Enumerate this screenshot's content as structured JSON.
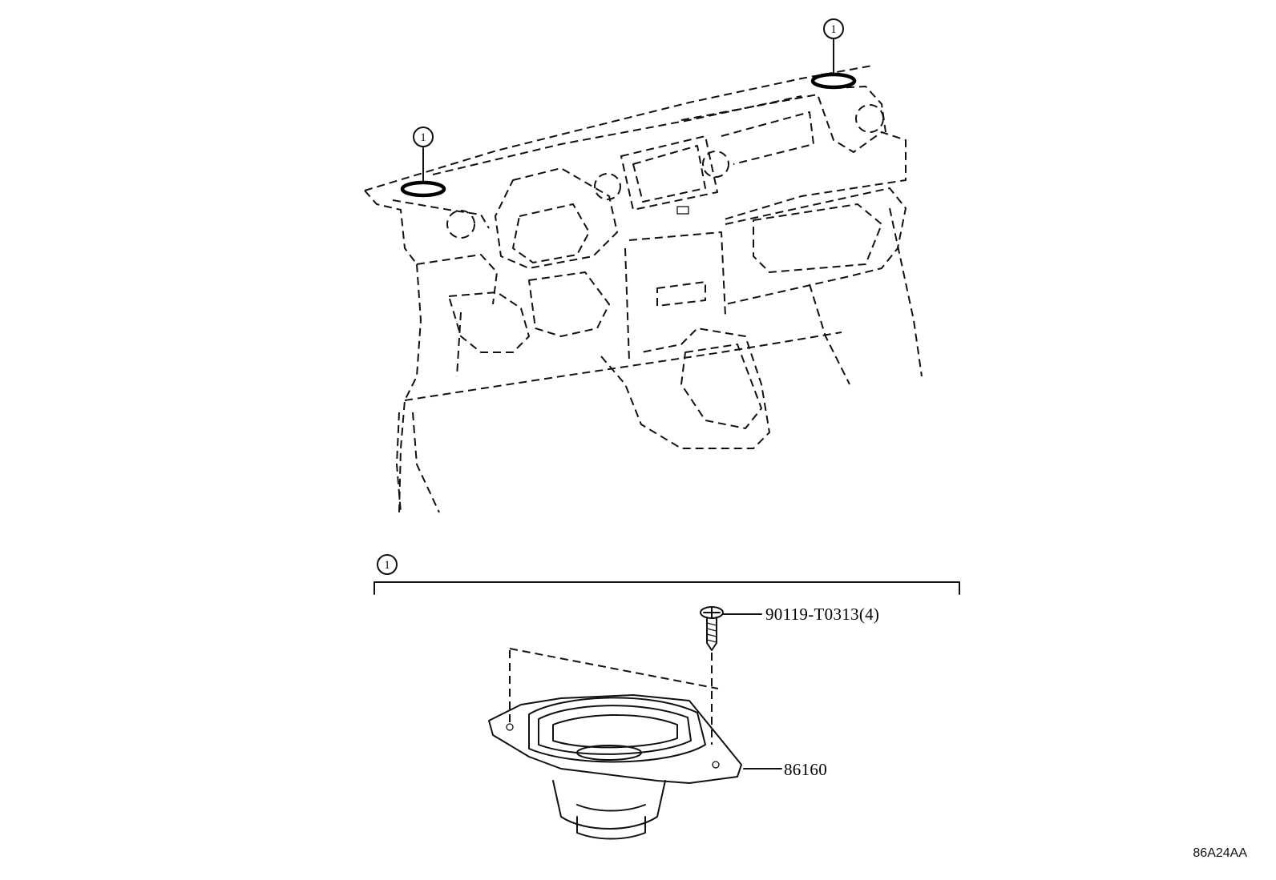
{
  "callouts": {
    "top_right": "1",
    "top_left": "1",
    "detail": "1"
  },
  "parts": {
    "screw": "90119-T0313(4)",
    "speaker": "86160"
  },
  "figure_ref": "86A24AA"
}
